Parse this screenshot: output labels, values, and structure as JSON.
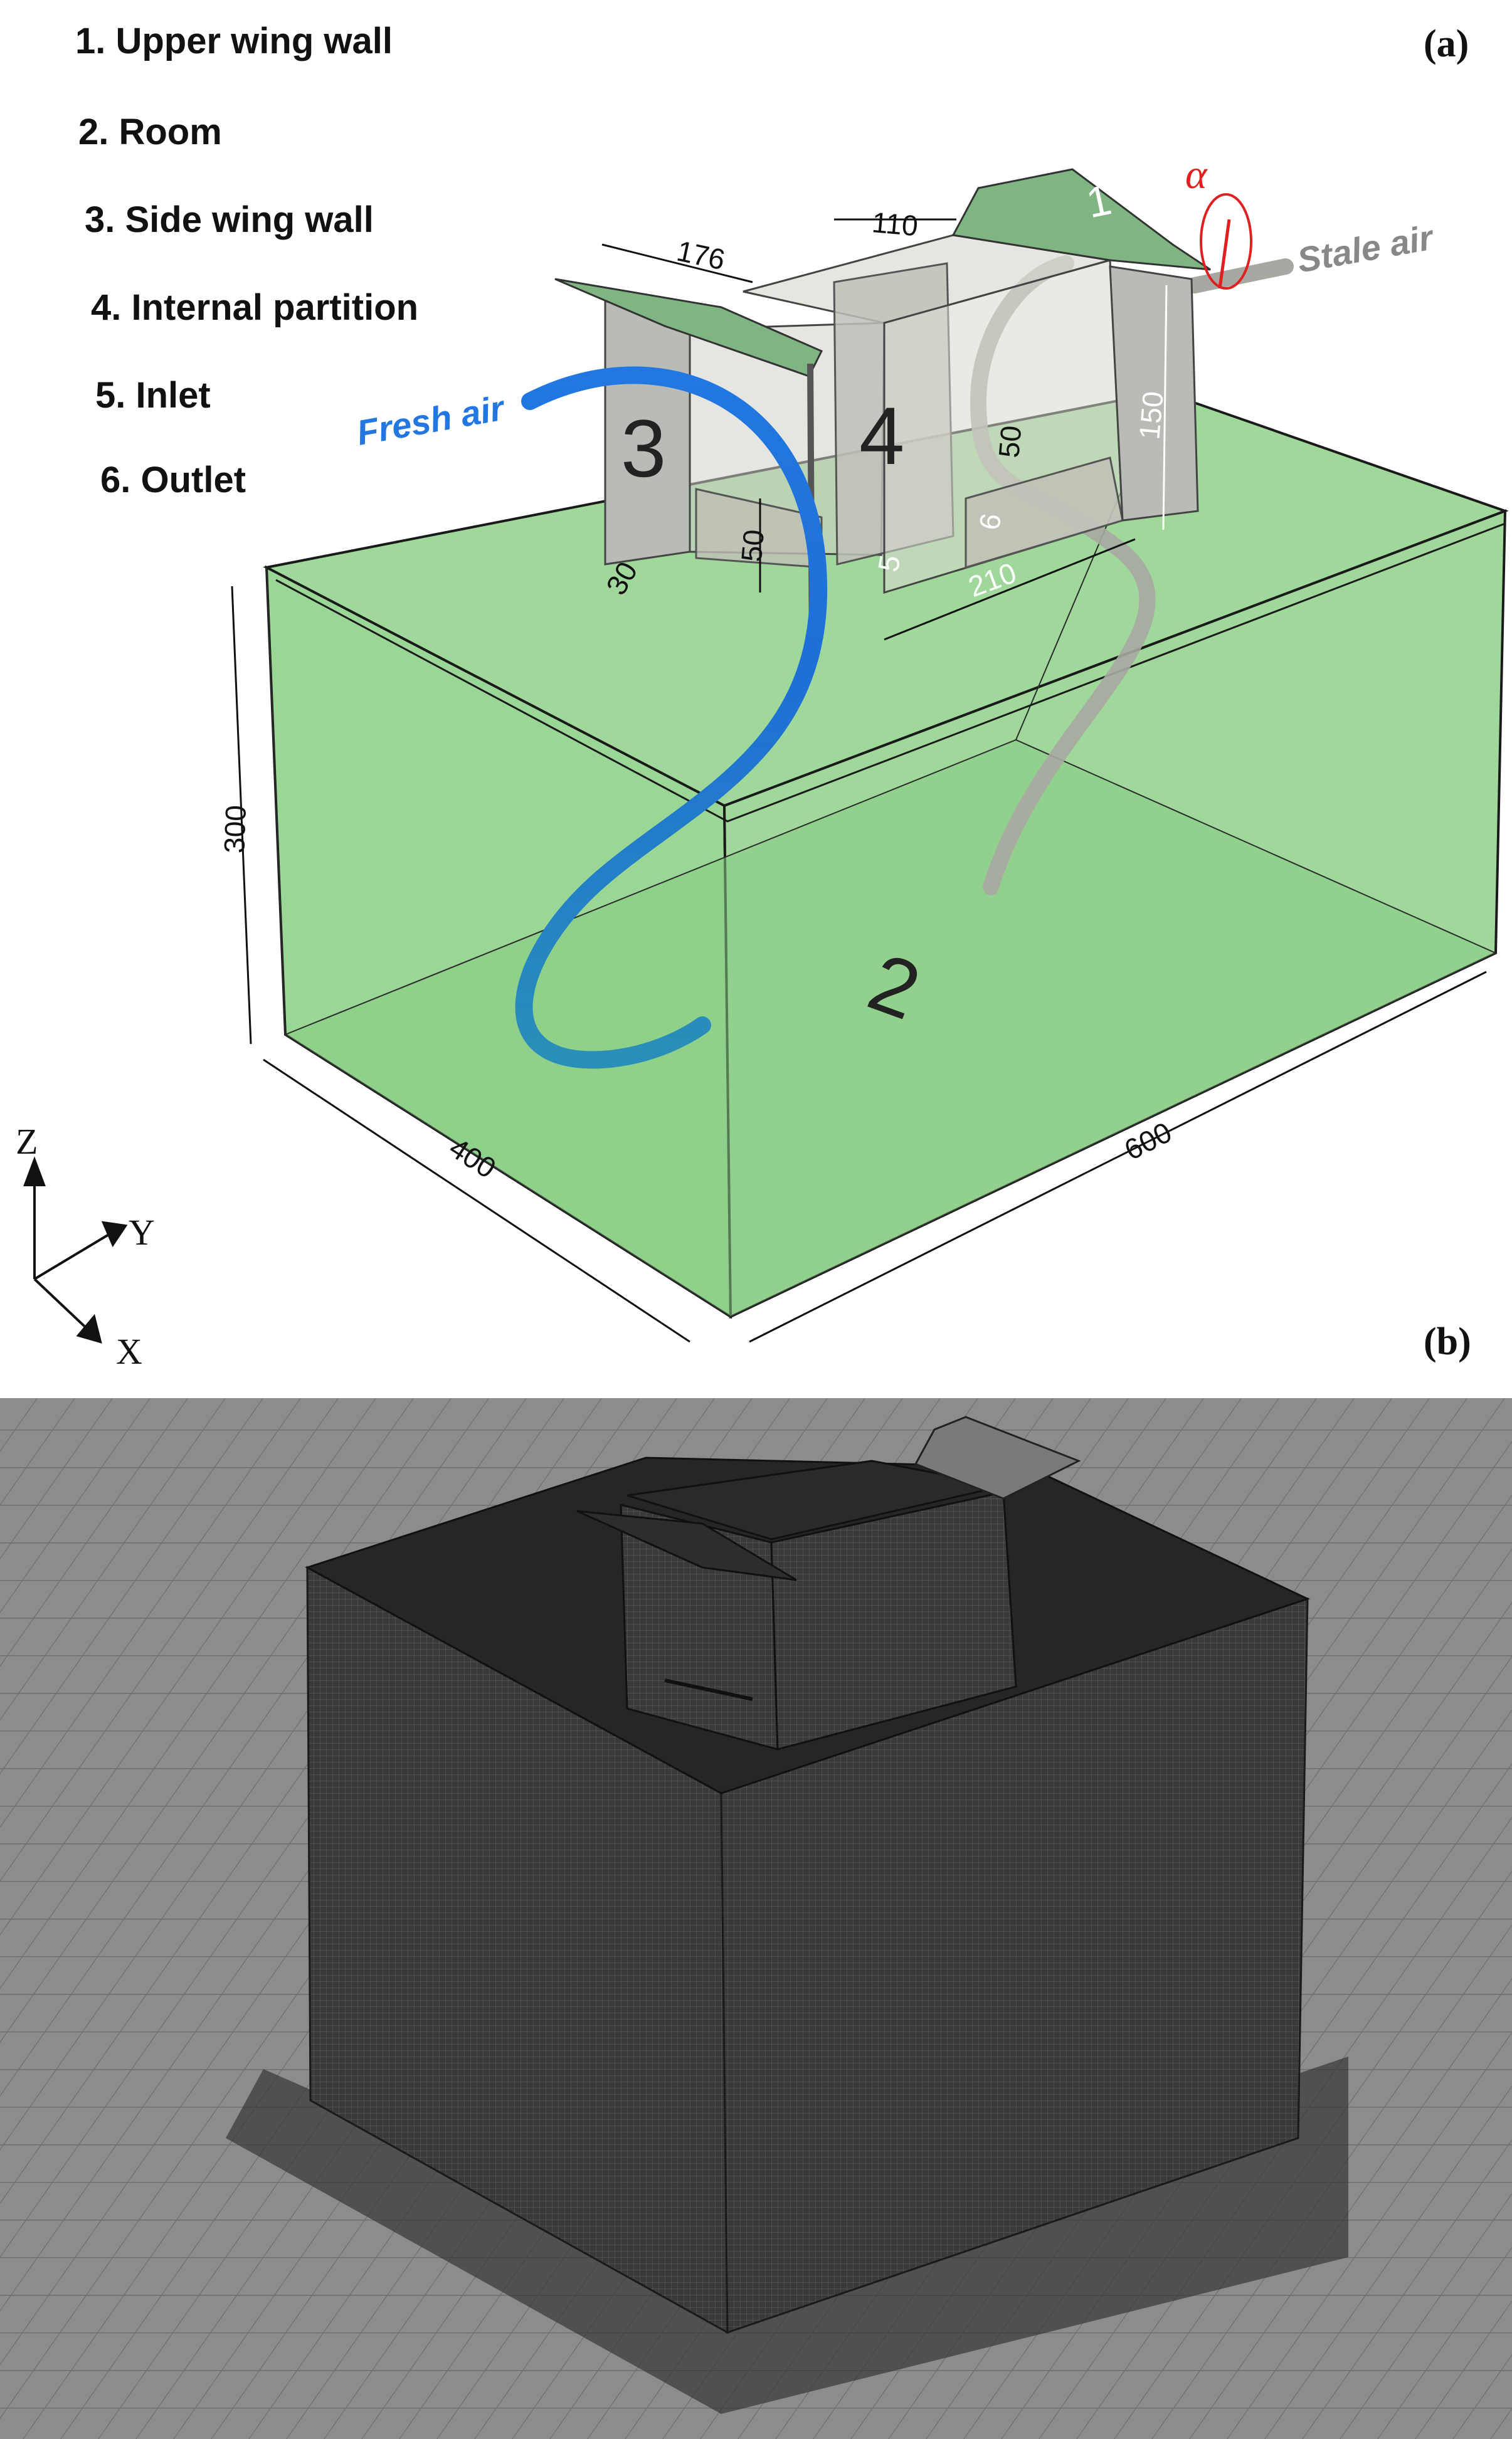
{
  "legend": {
    "items": [
      "1. Upper wing wall",
      "2. Room",
      "3. Side wing wall",
      "4. Internal partition",
      "5. Inlet",
      "6. Outlet"
    ]
  },
  "panels": {
    "a": "(a)",
    "b": "(b)"
  },
  "flows": {
    "fresh": "Fresh air",
    "stale": "Stale air",
    "angle": "α"
  },
  "part_numbers": {
    "upper_wing": "1",
    "room": "2",
    "side_wing": "3",
    "partition": "4",
    "inlet": "5",
    "outlet": "6"
  },
  "dimensions": {
    "d176": "176",
    "d110": "110",
    "d150": "150",
    "d50": "50",
    "d50_small": "50",
    "d30": "30",
    "d210": "210",
    "d300": "300",
    "d400": "400",
    "d600": "600"
  },
  "axes": {
    "z": "Z",
    "y": "Y",
    "x": "X"
  },
  "colors": {
    "room_green": "#8fd18a",
    "wing_green": "#7fb583",
    "fresh_blue": "#1e6fd6",
    "stale_gray": "#9c9c96",
    "angle_red": "#e02020",
    "mesh_bg": "#8a8a8a",
    "mesh_dark": "#2a2a2a"
  }
}
